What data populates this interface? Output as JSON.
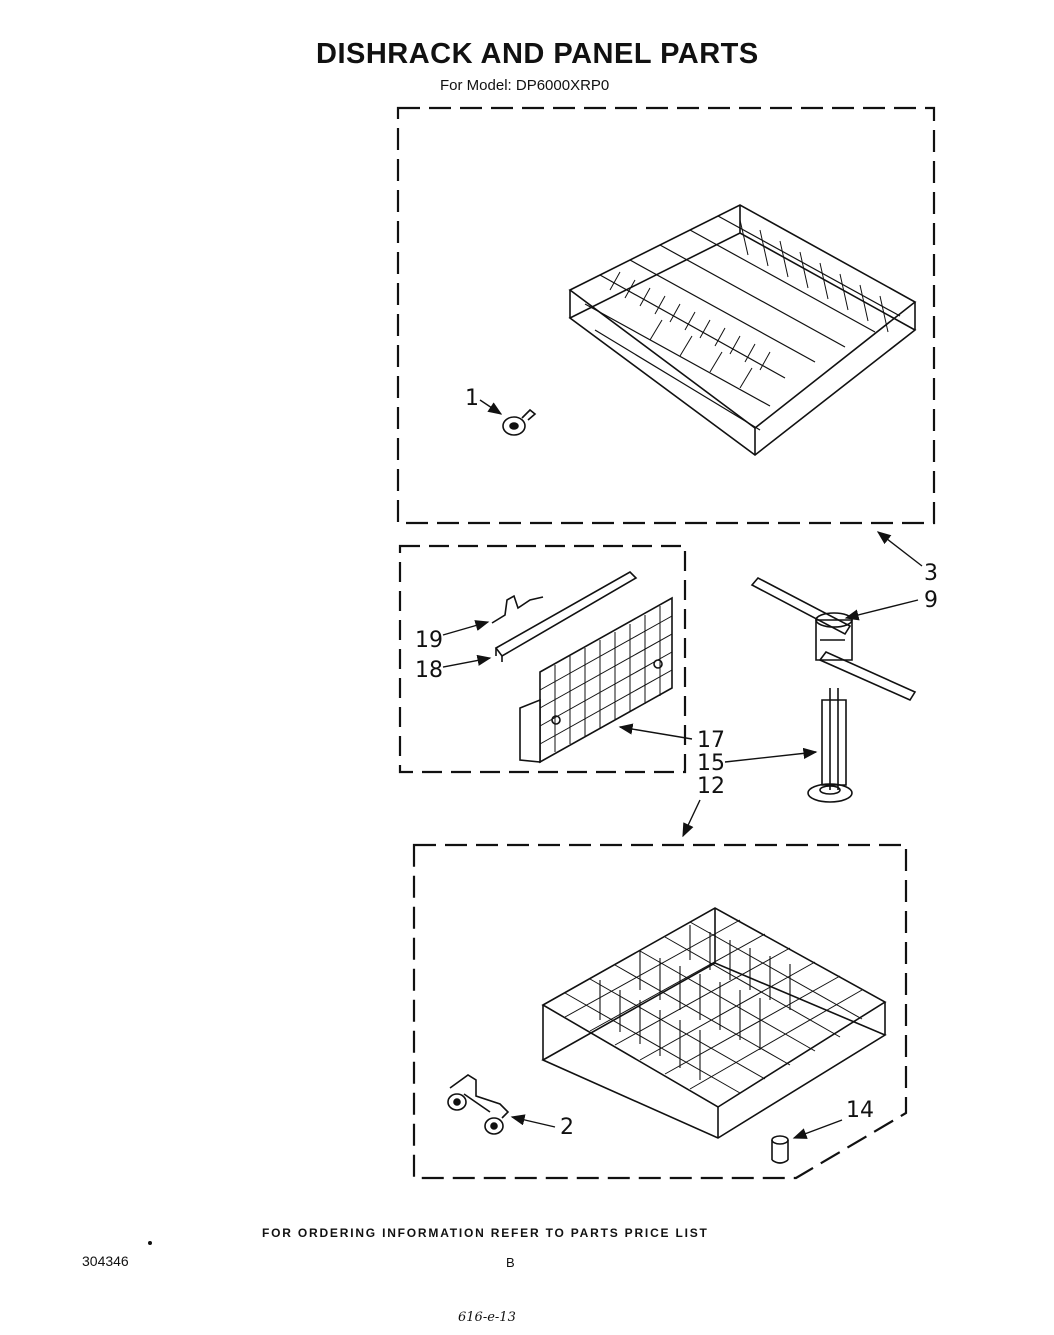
{
  "header": {
    "title": "DISHRACK AND PANEL PARTS",
    "subtitle": "For Model: DP6000XRP0"
  },
  "callouts": {
    "c1": "1",
    "c2": "2",
    "c3": "3",
    "c9": "9",
    "c12": "12",
    "c14": "14",
    "c15": "15",
    "c17": "17",
    "c18": "18",
    "c19": "19"
  },
  "footer": {
    "ordering_note": "FOR ORDERING INFORMATION REFER TO PARTS PRICE LIST",
    "doc_number": "304346",
    "page_letter": "B",
    "handwritten": "616-e-13"
  }
}
